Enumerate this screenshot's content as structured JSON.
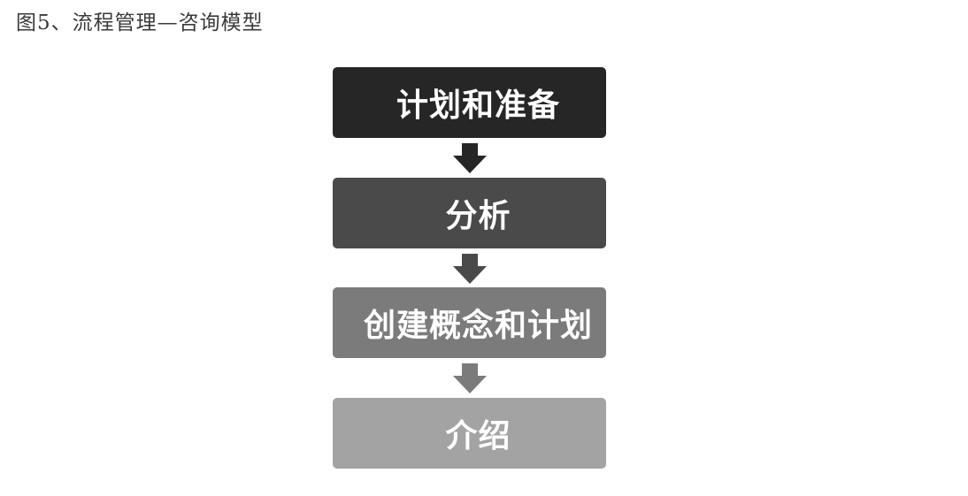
{
  "caption": "图5、流程管理—咨询模型",
  "steps": [
    {
      "label": "计划和准备",
      "color": "#262626"
    },
    {
      "label": "分析",
      "color": "#4a4a4a"
    },
    {
      "label": "创建概念和计划",
      "color": "#7b7b7b"
    },
    {
      "label": "介绍",
      "color": "#a3a3a3"
    }
  ],
  "arrows": [
    {
      "color": "#262626"
    },
    {
      "color": "#4a4a4a"
    },
    {
      "color": "#7b7b7b"
    }
  ]
}
